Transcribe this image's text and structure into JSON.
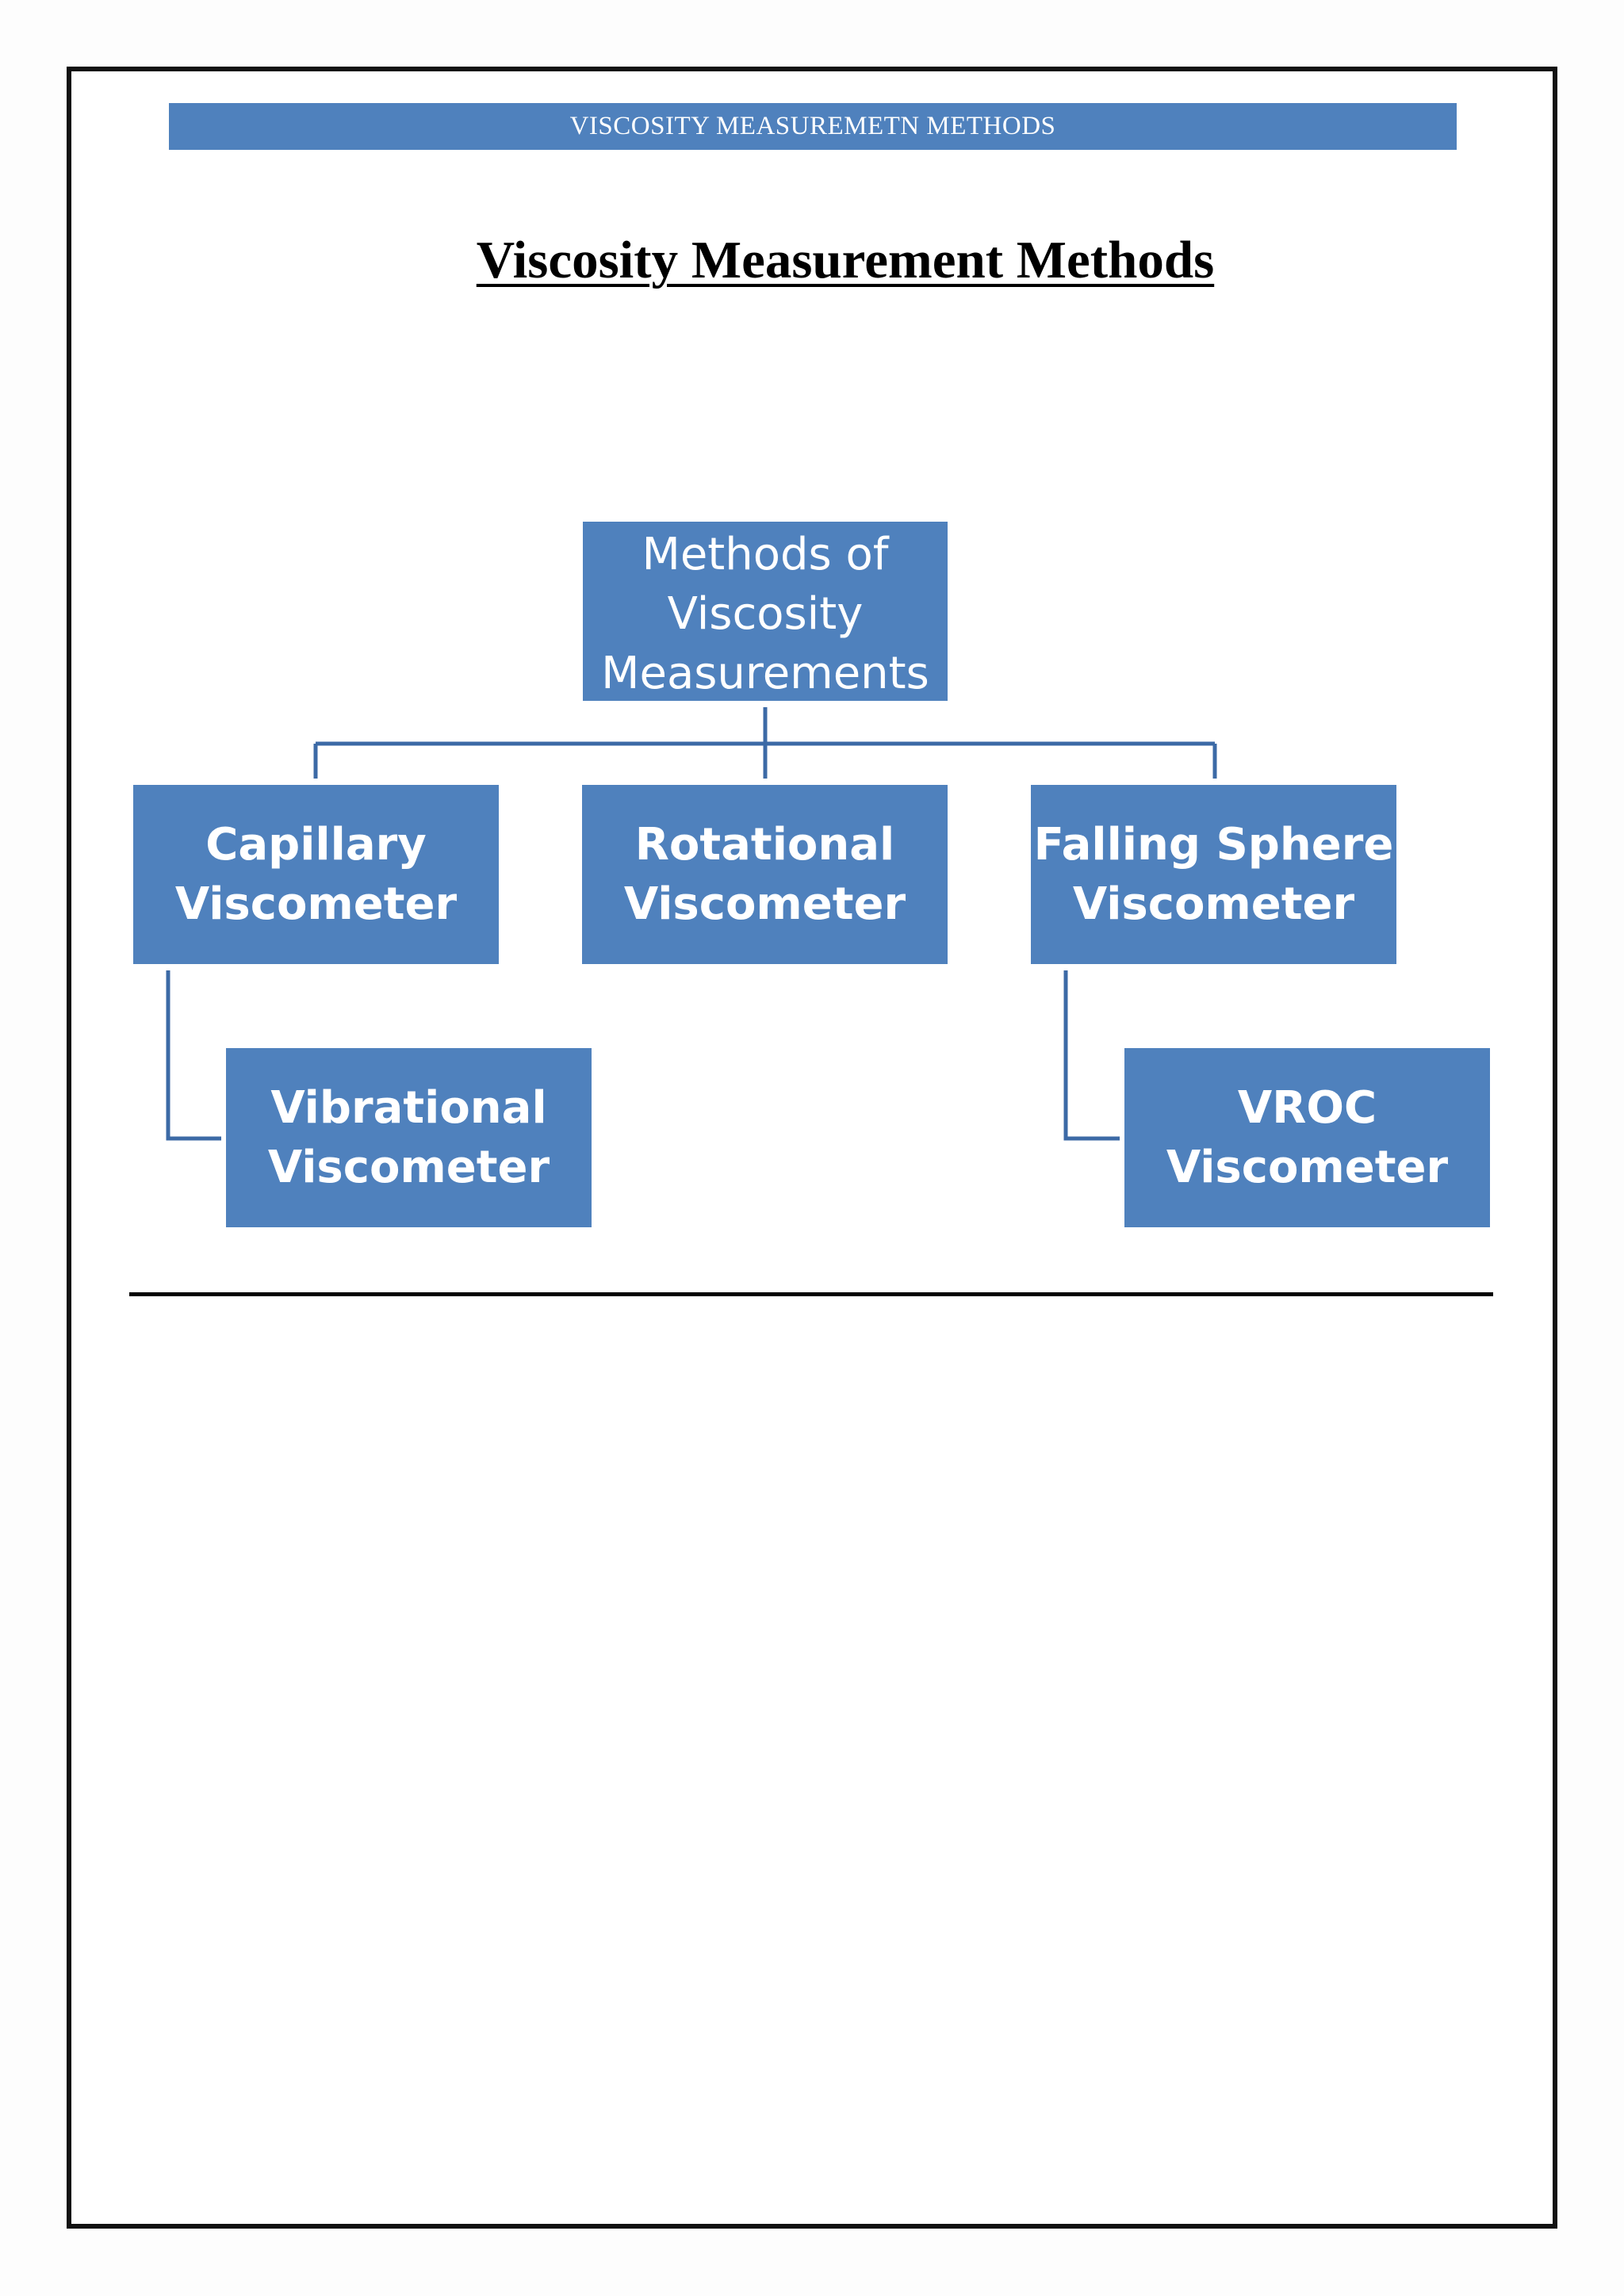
{
  "header": {
    "text": "VISCOSITY MEASUREMETN METHODS"
  },
  "title": "Viscosity Measurement Methods",
  "diagram": {
    "root": "Methods of\nViscosity\nMeasurements",
    "capillary": "Capillary\nViscometer",
    "rotational": "Rotational\nViscometer",
    "falling_sphere": "Falling Sphere\nViscometer",
    "vibrational": "Vibrational\nViscometer",
    "vroc": "VROC\nViscometer",
    "colors": {
      "node_fill": "#4f81bd",
      "connector": "#3c6aa6",
      "node_text": "#ffffff"
    }
  }
}
